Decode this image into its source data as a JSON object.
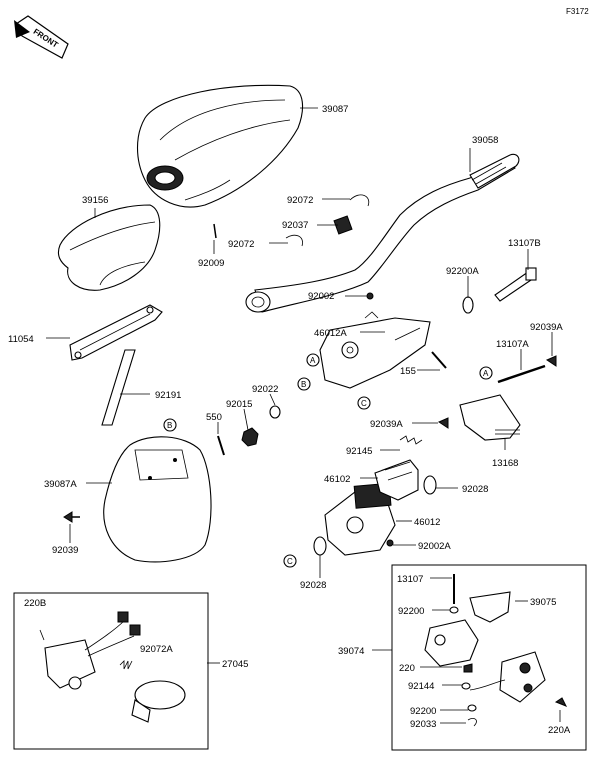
{
  "diagram_code": "F3172",
  "front_label": "FRONT",
  "parts": {
    "p39087": "39087",
    "p39058": "39058",
    "p39156": "39156",
    "p92072a": "92072",
    "p92037": "92037",
    "p92072b": "92072",
    "p92009": "92009",
    "p13107B": "13107B",
    "p92200A": "92200A",
    "p92002": "92002",
    "p46012A": "46012A",
    "p11054": "11054",
    "p92039A": "92039A",
    "p13107A": "13107A",
    "p155": "155",
    "p92191": "92191",
    "p92022": "92022",
    "p92015": "92015",
    "p550": "550",
    "p92039A2": "92039A",
    "p92145": "92145",
    "p13168": "13168",
    "p39087A": "39087A",
    "p46102": "46102",
    "p92028a": "92028",
    "p46012": "46012",
    "p92039": "92039",
    "p92002A": "92002A",
    "p92028b": "92028",
    "p220B": "220B",
    "p92072A": "92072A",
    "p27045": "27045",
    "p13107": "13107",
    "p39075": "39075",
    "p92200": "92200",
    "p39074": "39074",
    "p220": "220",
    "p92144": "92144",
    "p92200b": "92200",
    "p92033": "92033",
    "p220A": "220A"
  },
  "ref_marks": {
    "A": "A",
    "B": "B",
    "C": "C"
  }
}
